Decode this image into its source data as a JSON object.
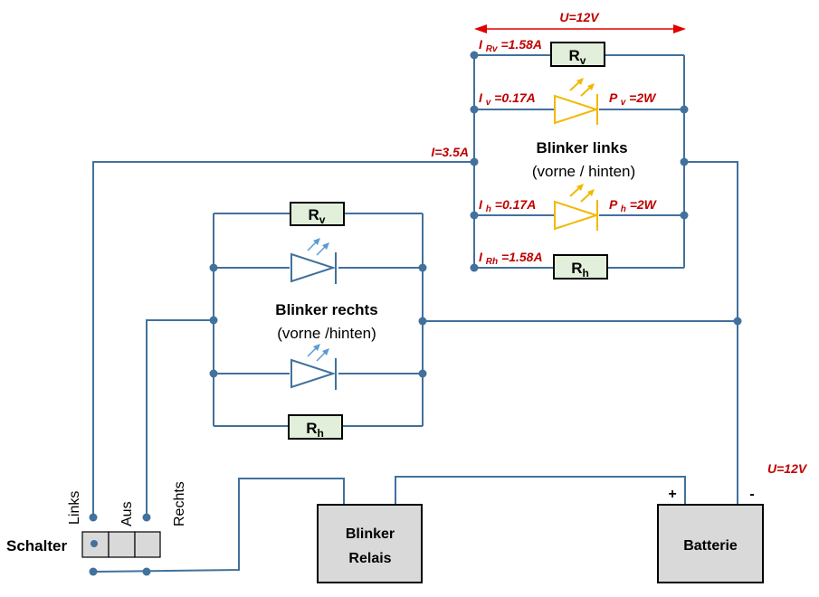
{
  "blinker_links": {
    "title": "Blinker links",
    "subtitle": "(vorne / hinten)",
    "voltage_label": "U=12V",
    "total_current_label": "I=3.5A",
    "resistor_front": {
      "name": "R",
      "sub": "v",
      "current_prefix": "I ",
      "current_sub": "Rv",
      "current_value": " =1.58A"
    },
    "led_front": {
      "current_prefix": "I ",
      "current_sub": "v",
      "current_value": " =0.17A",
      "power_prefix": "P ",
      "power_sub": "v",
      "power_value": " =2W"
    },
    "led_rear": {
      "current_prefix": "I ",
      "current_sub": "h",
      "current_value": " =0.17A",
      "power_prefix": "P ",
      "power_sub": "h",
      "power_value": " =2W"
    },
    "resistor_rear": {
      "name": "R",
      "sub": "h",
      "current_prefix": "I ",
      "current_sub": "Rh",
      "current_value": " =1.58A"
    },
    "led_color": "#f2b800"
  },
  "blinker_rechts": {
    "title": "Blinker rechts",
    "subtitle": "(vorne /hinten)",
    "resistor_front": {
      "name": "R",
      "sub": "v"
    },
    "resistor_rear": {
      "name": "R",
      "sub": "h"
    },
    "led_color": "#41719c"
  },
  "switch": {
    "label": "Schalter",
    "positions": [
      "Links",
      "Aus",
      "Rechts"
    ]
  },
  "relay": {
    "line1": "Blinker",
    "line2": "Relais"
  },
  "battery": {
    "label": "Batterie",
    "plus": "+",
    "minus": "-",
    "voltage_label": "U=12V"
  },
  "colors": {
    "wire": "#41719c",
    "annotation": "#c00000",
    "resistor_fill": "#e2efda",
    "box_fill": "#d9d9d9"
  }
}
